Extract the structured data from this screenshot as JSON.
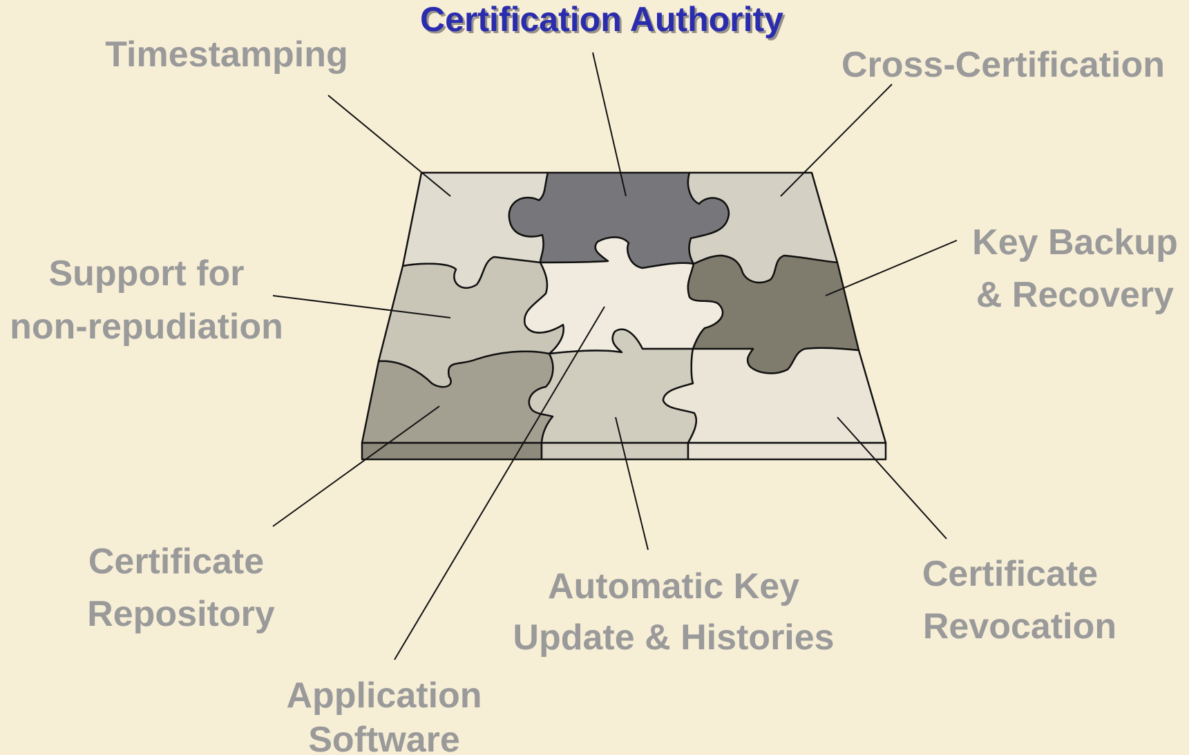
{
  "title": "Certification Authority",
  "labels": {
    "timestamping": "Timestamping",
    "cross_certification": "Cross-Certification",
    "support_nonrep_line1": "Support for",
    "support_nonrep_line2": "non-repudiation",
    "key_backup_line1": "Key Backup",
    "key_backup_line2": "& Recovery",
    "cert_repository_line1": "Certificate",
    "cert_repository_line2": "Repository",
    "auto_key_update_line1": "Automatic Key",
    "auto_key_update_line2": "Update & Histories",
    "cert_revocation_line1": "Certificate",
    "cert_revocation_line2": "Revocation",
    "application_software_line1": "Application",
    "application_software_line2": "Software"
  },
  "colors": {
    "background": "#f7eed6",
    "title": "#2a2cae",
    "label": "#9a9a9a"
  }
}
